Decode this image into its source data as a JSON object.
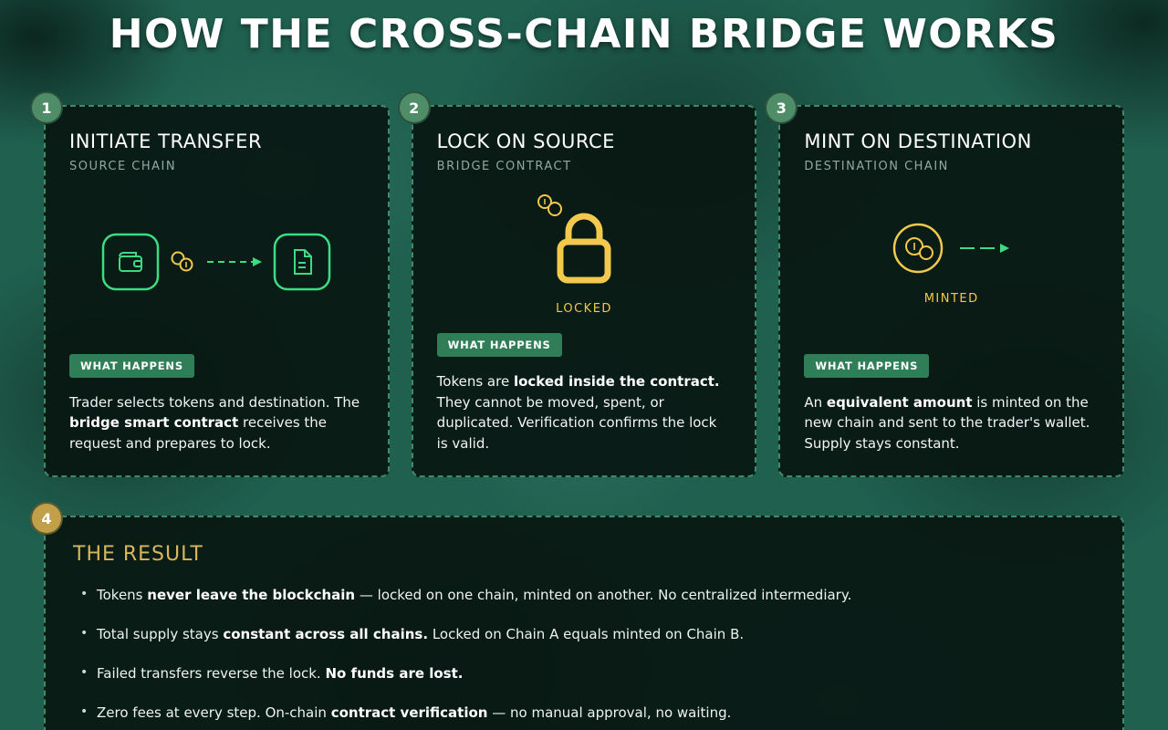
{
  "page": {
    "title": "HOW THE CROSS-CHAIN BRIDGE WORKS"
  },
  "colors": {
    "accent_green": "#3ddc84",
    "accent_yellow": "#f2c94c",
    "badge_green": "#4f8c68",
    "badge_gold": "#c2a04a",
    "card_border": "#3f8a6a"
  },
  "icons": {
    "step1": [
      "wallet-icon",
      "coins-icon",
      "dashed-arrow-icon",
      "document-icon"
    ],
    "step2": [
      "coins-icon",
      "lock-icon"
    ],
    "step3": [
      "coin-circle-icon",
      "arrow-icon"
    ]
  },
  "steps": [
    {
      "number": "1",
      "title": "INITIATE TRANSFER",
      "subtitle": "SOURCE CHAIN",
      "badge": "WHAT HAPPENS",
      "desc": {
        "pre": "Trader selects tokens and destination. The ",
        "bold": "bridge smart contract",
        "post": " receives the request and prepares to lock."
      }
    },
    {
      "number": "2",
      "title": "LOCK ON SOURCE",
      "subtitle": "BRIDGE CONTRACT",
      "badge": "WHAT HAPPENS",
      "icon_label": "LOCKED",
      "desc": {
        "pre": "Tokens are ",
        "bold": "locked inside the contract.",
        "post": " They cannot be moved, spent, or duplicated. Verification confirms the lock is valid."
      }
    },
    {
      "number": "3",
      "title": "MINT ON DESTINATION",
      "subtitle": "DESTINATION CHAIN",
      "badge": "WHAT HAPPENS",
      "icon_label": "MINTED",
      "desc": {
        "pre": "An ",
        "bold": "equivalent amount",
        "post": " is minted on the new chain and sent to the trader's wallet. Supply stays constant."
      }
    }
  ],
  "result": {
    "number": "4",
    "title": "THE RESULT",
    "bullets": [
      {
        "pre": "Tokens ",
        "bold": "never leave the blockchain",
        "post": " — locked on one chain, minted on another. No centralized intermediary."
      },
      {
        "pre": "Total supply stays ",
        "bold": "constant across all chains.",
        "post": " Locked on Chain A equals minted on Chain B."
      },
      {
        "pre": "Failed transfers reverse the lock. ",
        "bold": "No funds are lost.",
        "post": ""
      },
      {
        "pre": "Zero fees at every step. On-chain ",
        "bold": "contract verification",
        "post": " — no manual approval, no waiting."
      }
    ]
  }
}
